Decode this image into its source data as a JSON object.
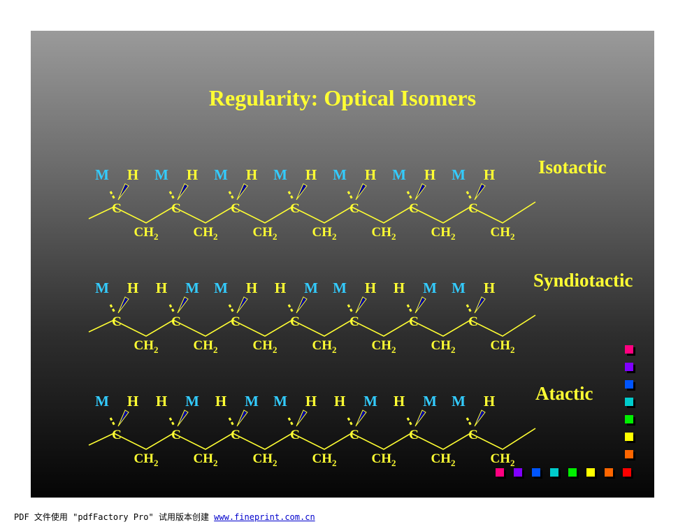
{
  "title": "Regularity: Optical Isomers",
  "colors": {
    "title": "#ffff33",
    "substituent_m": "#33ccff",
    "substituent_h": "#ffff33",
    "bond": "#ffff33",
    "wedge": "#000099"
  },
  "atoms": {
    "backbone": "C",
    "methylene": "CH",
    "subscript": "2"
  },
  "chains": [
    {
      "name": "Isotactic",
      "pairs": [
        [
          "M",
          "H"
        ],
        [
          "M",
          "H"
        ],
        [
          "M",
          "H"
        ],
        [
          "M",
          "H"
        ],
        [
          "M",
          "H"
        ],
        [
          "M",
          "H"
        ],
        [
          "M",
          "H"
        ]
      ]
    },
    {
      "name": "Syndiotactic",
      "pairs": [
        [
          "M",
          "H"
        ],
        [
          "H",
          "M"
        ],
        [
          "M",
          "H"
        ],
        [
          "H",
          "M"
        ],
        [
          "M",
          "H"
        ],
        [
          "H",
          "M"
        ],
        [
          "M",
          "H"
        ]
      ]
    },
    {
      "name": "Atactic",
      "pairs": [
        [
          "M",
          "H"
        ],
        [
          "H",
          "M"
        ],
        [
          "H",
          "M"
        ],
        [
          "M",
          "H"
        ],
        [
          "H",
          "M"
        ],
        [
          "H",
          "M"
        ],
        [
          "M",
          "H"
        ]
      ]
    }
  ],
  "nav_colors": [
    "#ff0080",
    "#8000ff",
    "#0055ff",
    "#00cccc",
    "#00ee00",
    "#ffff00",
    "#ff6600",
    "#ff0000"
  ],
  "footer": {
    "text": "PDF 文件使用 \"pdfFactory Pro\" 试用版本创建 ",
    "link": "www.fineprint.com.cn"
  }
}
